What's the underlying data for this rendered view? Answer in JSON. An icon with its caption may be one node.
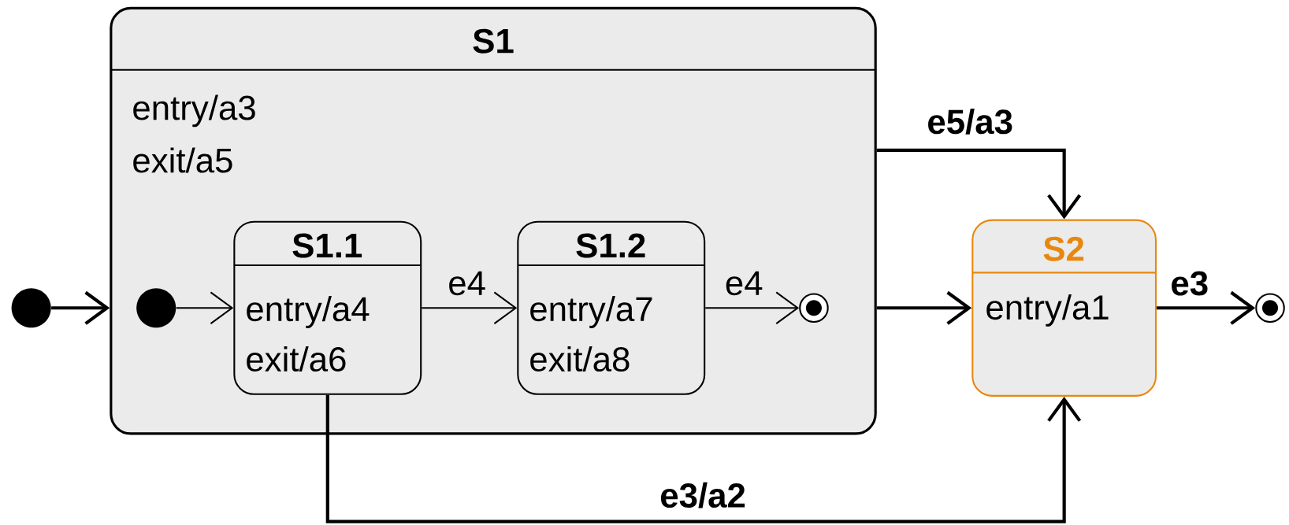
{
  "diagram": {
    "nodes": [
      {
        "text": [
          "S1",
          "entry/a3",
          "exit/a5"
        ]
      },
      {
        "text": [],
        "shape": "circle"
      },
      {
        "text": [],
        "shape": "circle",
        "in": 0
      },
      {
        "text": [
          "S1.1",
          "entry/a4",
          "exit/a6"
        ],
        "in": 0
      },
      {
        "text": [
          "S1.2",
          "entry/a7",
          "exit/a8"
        ],
        "in": 0
      },
      {
        "text": [],
        "shape": "bullseye",
        "in": 0
      },
      {
        "text": [
          "S2",
          "entry/a1"
        ]
      },
      {
        "text": [],
        "shape": "bullseye"
      }
    ],
    "edges": [
      {
        "from": 1,
        "to": 0,
        "arrow": "to"
      },
      {
        "from": 2,
        "to": 3,
        "arrow": "to"
      },
      {
        "from": 3,
        "to": 4,
        "arrow": "to",
        "label": "e4"
      },
      {
        "from": 4,
        "to": 5,
        "arrow": "to",
        "label": "e4"
      },
      {
        "from": 0,
        "to": 6,
        "arrow": "to",
        "label": "e5/a3"
      },
      {
        "from": 0,
        "to": 6,
        "arrow": "to"
      },
      {
        "from": 6,
        "to": 7,
        "arrow": "to",
        "label": "e3"
      },
      {
        "from": 3,
        "to": 6,
        "arrow": "to",
        "label": "e3/a2"
      }
    ]
  }
}
